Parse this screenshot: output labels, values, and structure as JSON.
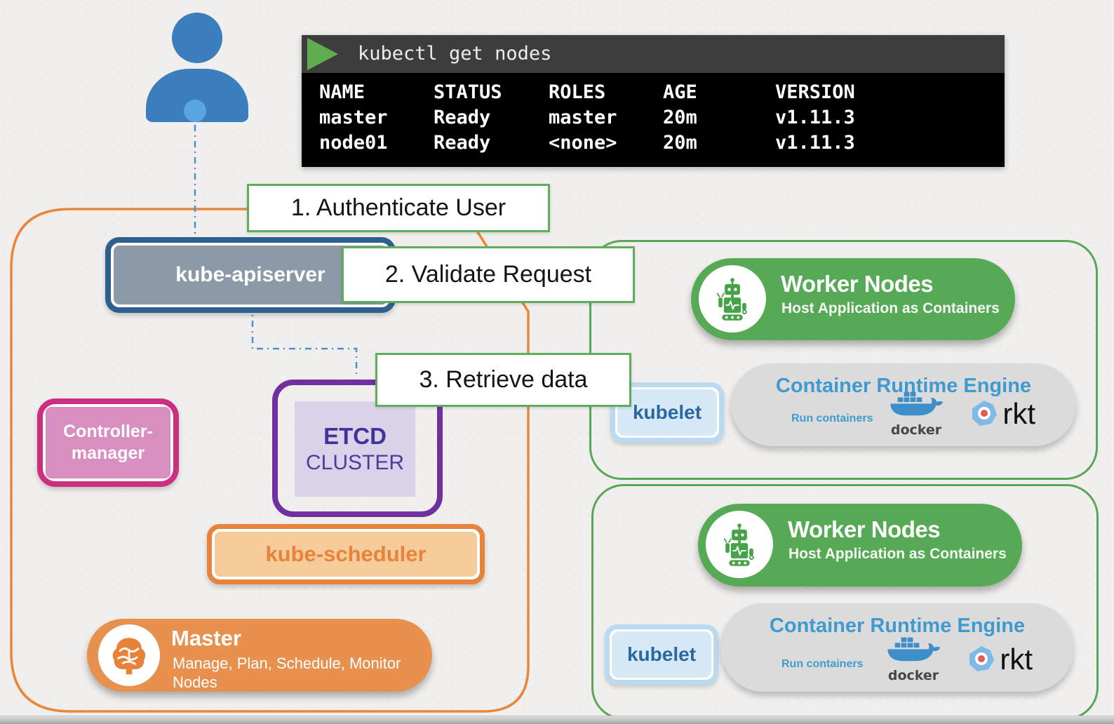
{
  "terminal": {
    "command": "kubectl get nodes",
    "table": {
      "headers": [
        "NAME",
        "STATUS",
        "ROLES",
        "AGE",
        "VERSION"
      ],
      "rows": [
        [
          "master",
          "Ready",
          "master",
          "20m",
          "v1.11.3"
        ],
        [
          "node01",
          "Ready",
          "<none>",
          "20m",
          "v1.11.3"
        ]
      ]
    }
  },
  "steps": [
    {
      "label": "1. Authenticate User"
    },
    {
      "label": "2. Validate Request"
    },
    {
      "label": "3. Retrieve data"
    }
  ],
  "master_group": {
    "apiserver_label": "kube-apiserver",
    "controller_line1": "Controller-",
    "controller_line2": "manager",
    "etcd_title": "ETCD",
    "etcd_subtitle": "CLUSTER",
    "scheduler_label": "kube-scheduler",
    "master_title": "Master",
    "master_subtitle": "Manage, Plan, Schedule, Monitor Nodes"
  },
  "workers": [
    {
      "title": "Worker Nodes",
      "subtitle": "Host Application as Containers",
      "kubelet": "kubelet",
      "cre_title": "Container Runtime Engine",
      "cre_caption": "Run containers",
      "docker_label": "docker",
      "rkt_label": "rkt"
    },
    {
      "title": "Worker Nodes",
      "subtitle": "Host Application as Containers",
      "kubelet": "kubelet",
      "cre_title": "Container Runtime Engine",
      "cre_caption": "Run containers",
      "docker_label": "docker",
      "rkt_label": "rkt"
    }
  ],
  "icons": [
    "person-icon",
    "play-icon",
    "robot-icon",
    "brain-icon",
    "docker-icon",
    "rkt-icon"
  ],
  "colors": {
    "background": "#f0efed",
    "master_group_border": "#e8873c",
    "worker_group_border": "#57a757",
    "step_border": "#5fae5f",
    "apiserver_border": "#2e608e",
    "apiserver_fill": "#8c9aa8",
    "controller_border": "#cc2f80",
    "controller_fill": "#d98ec1",
    "etcd_border": "#7030a0",
    "etcd_fill": "#dad2e9",
    "scheduler_border": "#e8833c",
    "scheduler_fill": "#f5cb9c",
    "master_pill": "#e8914e",
    "worker_pill": "#56aa56",
    "kubelet_fill": "#d7e9f7",
    "kubelet_text": "#2a68a2",
    "cre_fill": "#dbdbdb",
    "cre_text": "#3f9bcf",
    "person_blue": "#3b7ebe",
    "terminal_header": "#3d3d3d",
    "terminal_play": "#60ac50",
    "dashed_line": "#4e8fd0"
  }
}
